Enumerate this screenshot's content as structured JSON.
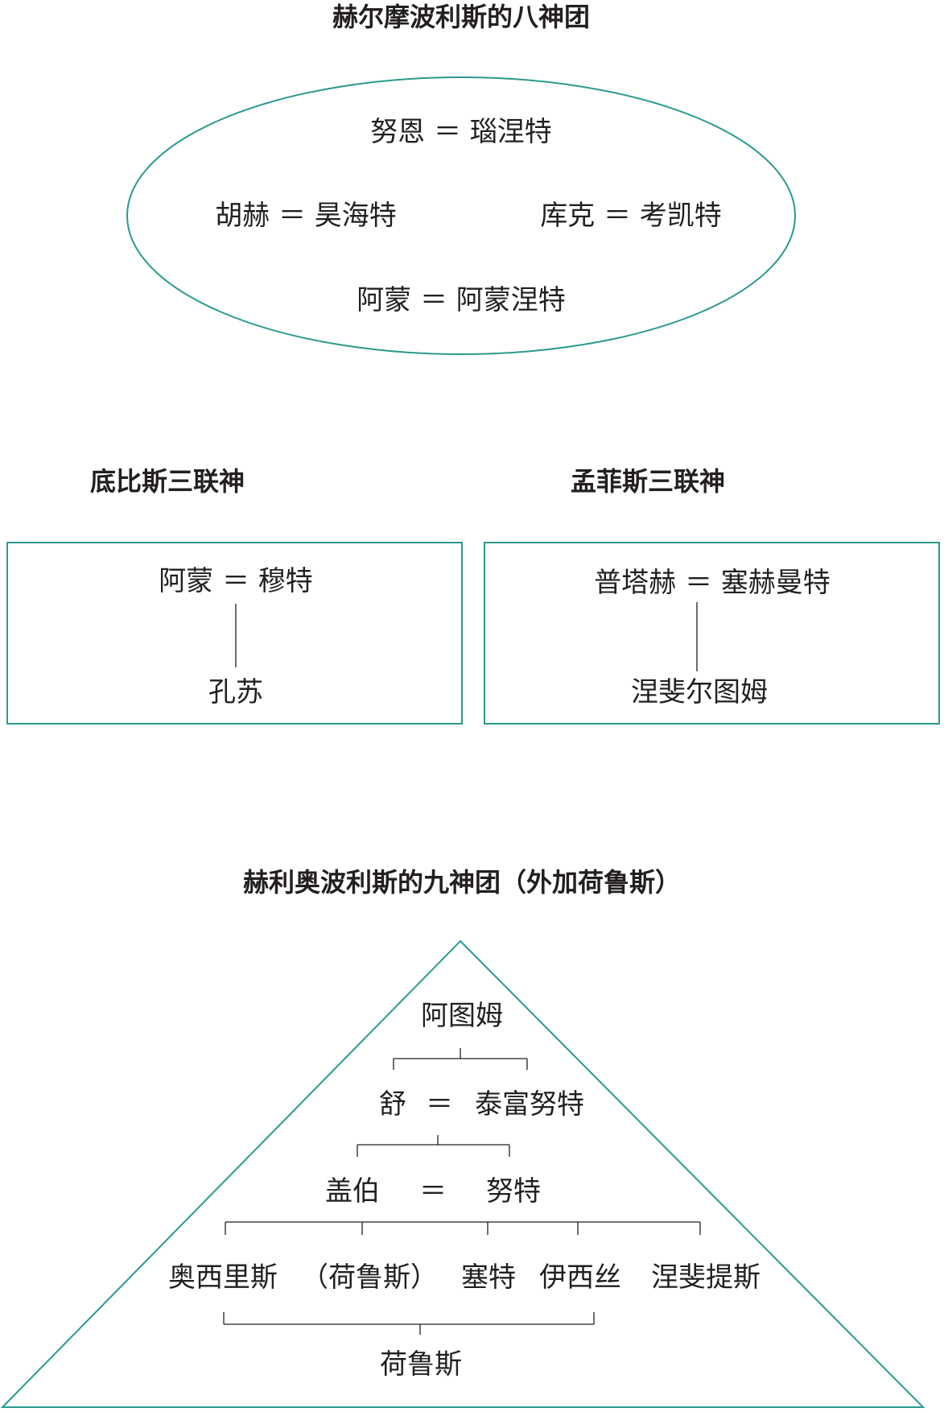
{
  "ogdoad": {
    "title": "赫尔摩波利斯的八神团",
    "pairs": [
      {
        "text": "努恩 ＝ 瑙涅特"
      },
      {
        "text": "胡赫 ＝ 昊海特"
      },
      {
        "text": "库克 ＝ 考凯特"
      },
      {
        "text": "阿蒙 ＝ 阿蒙涅特"
      }
    ]
  },
  "thebes": {
    "title": "底比斯三联神",
    "parents": "阿蒙 ＝ 穆特",
    "child": "孔苏"
  },
  "memphis": {
    "title": "孟菲斯三联神",
    "parents": "普塔赫 ＝ 塞赫曼特",
    "child": "涅斐尔图姆"
  },
  "ennead": {
    "title": "赫利奥波利斯的九神团（外加荷鲁斯）",
    "atum": "阿图姆",
    "shu": "舒",
    "eq1": "＝",
    "tefnut": "泰富努特",
    "geb": "盖伯",
    "eq2": "＝",
    "nut": "努特",
    "children": [
      "奥西里斯",
      "（荷鲁斯）",
      "塞特",
      "伊西丝",
      "涅斐提斯"
    ],
    "horus": "荷鲁斯"
  },
  "colors": {
    "accent": "#2a9a8f",
    "text": "#231f20",
    "line": "#231f20"
  }
}
